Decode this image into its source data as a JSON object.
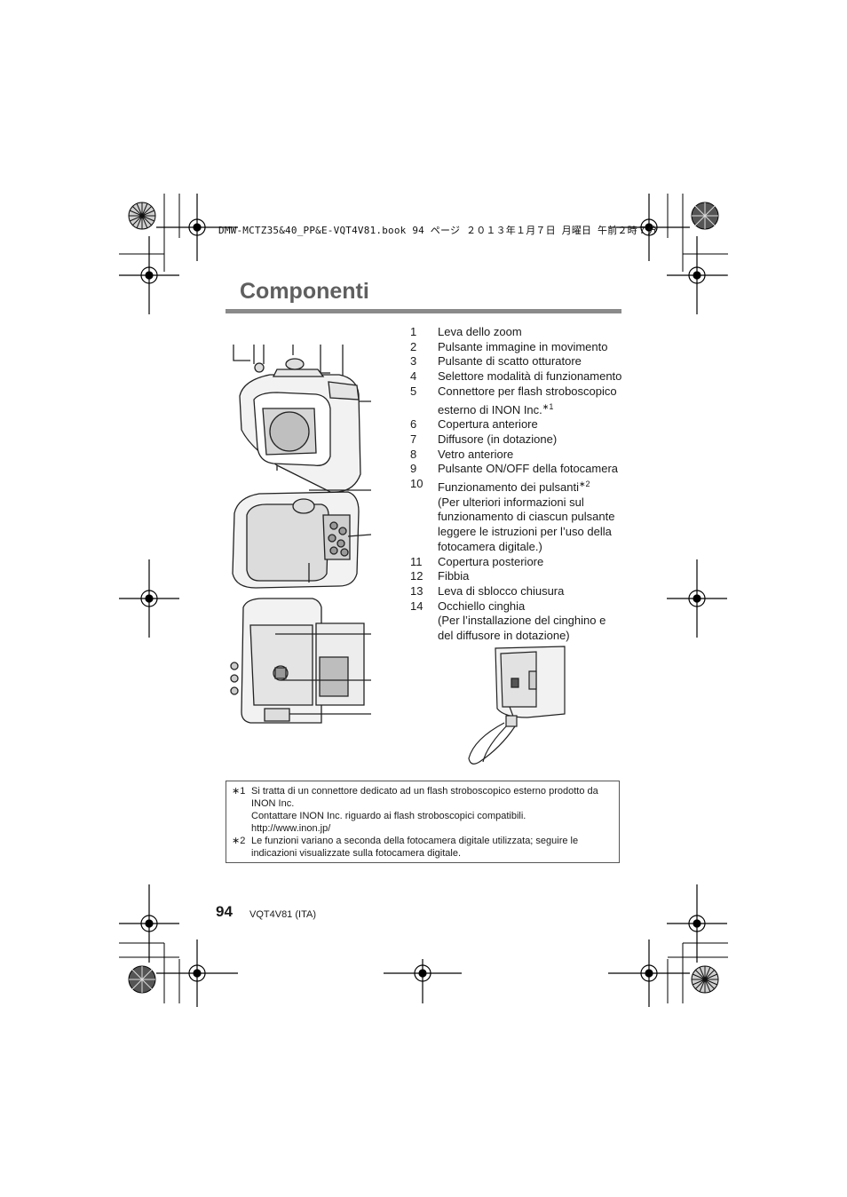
{
  "print_header": "DMW-MCTZ35&40_PP&E-VQT4V81.book  94 ページ  ２０１３年１月７日  月曜日  午前２時７分",
  "title": "Componenti",
  "parts": [
    {
      "num": "1",
      "text": "Leva dello zoom"
    },
    {
      "num": "2",
      "text": "Pulsante immagine in movimento"
    },
    {
      "num": "3",
      "text": "Pulsante di scatto otturatore"
    },
    {
      "num": "4",
      "text": "Selettore modalità di funzionamento"
    },
    {
      "num": "5",
      "text": "Connettore per flash stroboscopico\nesterno di INON Inc.",
      "note_ref": "∗1"
    },
    {
      "num": "6",
      "text": "Copertura anteriore"
    },
    {
      "num": "7",
      "text": "Diffusore (in dotazione)"
    },
    {
      "num": "8",
      "text": "Vetro anteriore"
    },
    {
      "num": "9",
      "text": "Pulsante ON/OFF della fotocamera"
    },
    {
      "num": "10",
      "text": "Funzionamento dei pulsanti",
      "note_ref": "∗2",
      "extra": "(Per ulteriori informazioni sul\nfunzionamento di ciascun pulsante\nleggere le istruzioni per l’uso della\nfotocamera digitale.)"
    },
    {
      "num": "11",
      "text": "Copertura posteriore"
    },
    {
      "num": "12",
      "text": "Fibbia"
    },
    {
      "num": "13",
      "text": "Leva di sblocco chiusura"
    },
    {
      "num": "14",
      "text": "Occhiello cinghia",
      "extra": "(Per l’installazione del cinghino e\ndel diffusore in dotazione)"
    }
  ],
  "notes": [
    {
      "mark": "∗1",
      "text": "Si tratta di un connettore dedicato ad un flash stroboscopico esterno prodotto da INON Inc.",
      "extra": "Contattare INON Inc. riguardo ai flash stroboscopici compatibili.",
      "url": "http://www.inon.jp/"
    },
    {
      "mark": "∗2",
      "text": "Le funzioni variano a seconda della fotocamera digitale utilizzata; seguire le indicazioni visualizzate sulla fotocamera digitale."
    }
  ],
  "footer": {
    "page_number": "94",
    "doc_code": "VQT4V81 (ITA)"
  },
  "colors": {
    "title": "#5f5f5f",
    "rule": "#8a8a8a",
    "text": "#1a1a1a"
  }
}
